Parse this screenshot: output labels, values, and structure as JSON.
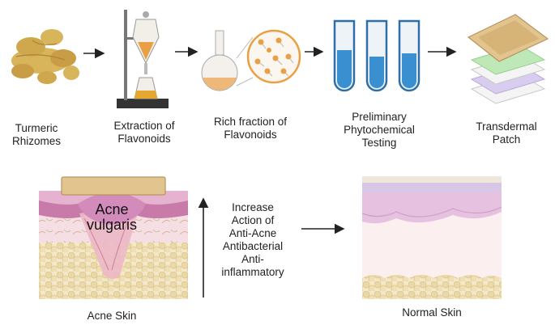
{
  "steps": [
    {
      "lines": [
        "Turmeric",
        "Rhizomes"
      ]
    },
    {
      "lines": [
        "Extraction of",
        "Flavonoids"
      ]
    },
    {
      "lines": [
        "Rich fraction of",
        "Flavonoids"
      ]
    },
    {
      "lines": [
        "Preliminary",
        "Phytochemical",
        "Testing"
      ]
    },
    {
      "lines": [
        "Transdermal",
        "Patch"
      ]
    }
  ],
  "acne_label": [
    "Acne",
    "vulgaris"
  ],
  "acne_skin_label": "Acne Skin",
  "normal_skin_label": "Normal Skin",
  "effects": [
    "Increase",
    "Action of",
    "Anti-Acne",
    "Antibacterial",
    "Anti-",
    "inflammatory"
  ],
  "colors": {
    "turmeric": "#d8b45a",
    "patch": "#e2c48e",
    "tube_liquid": "#3a8fd0",
    "green_layer": "#b8e6b0",
    "purple_layer": "#c8b8e8",
    "skin_epidermis": "#c87aa8",
    "dermis": "#f6dbe3",
    "fat": "#efe3c0"
  }
}
